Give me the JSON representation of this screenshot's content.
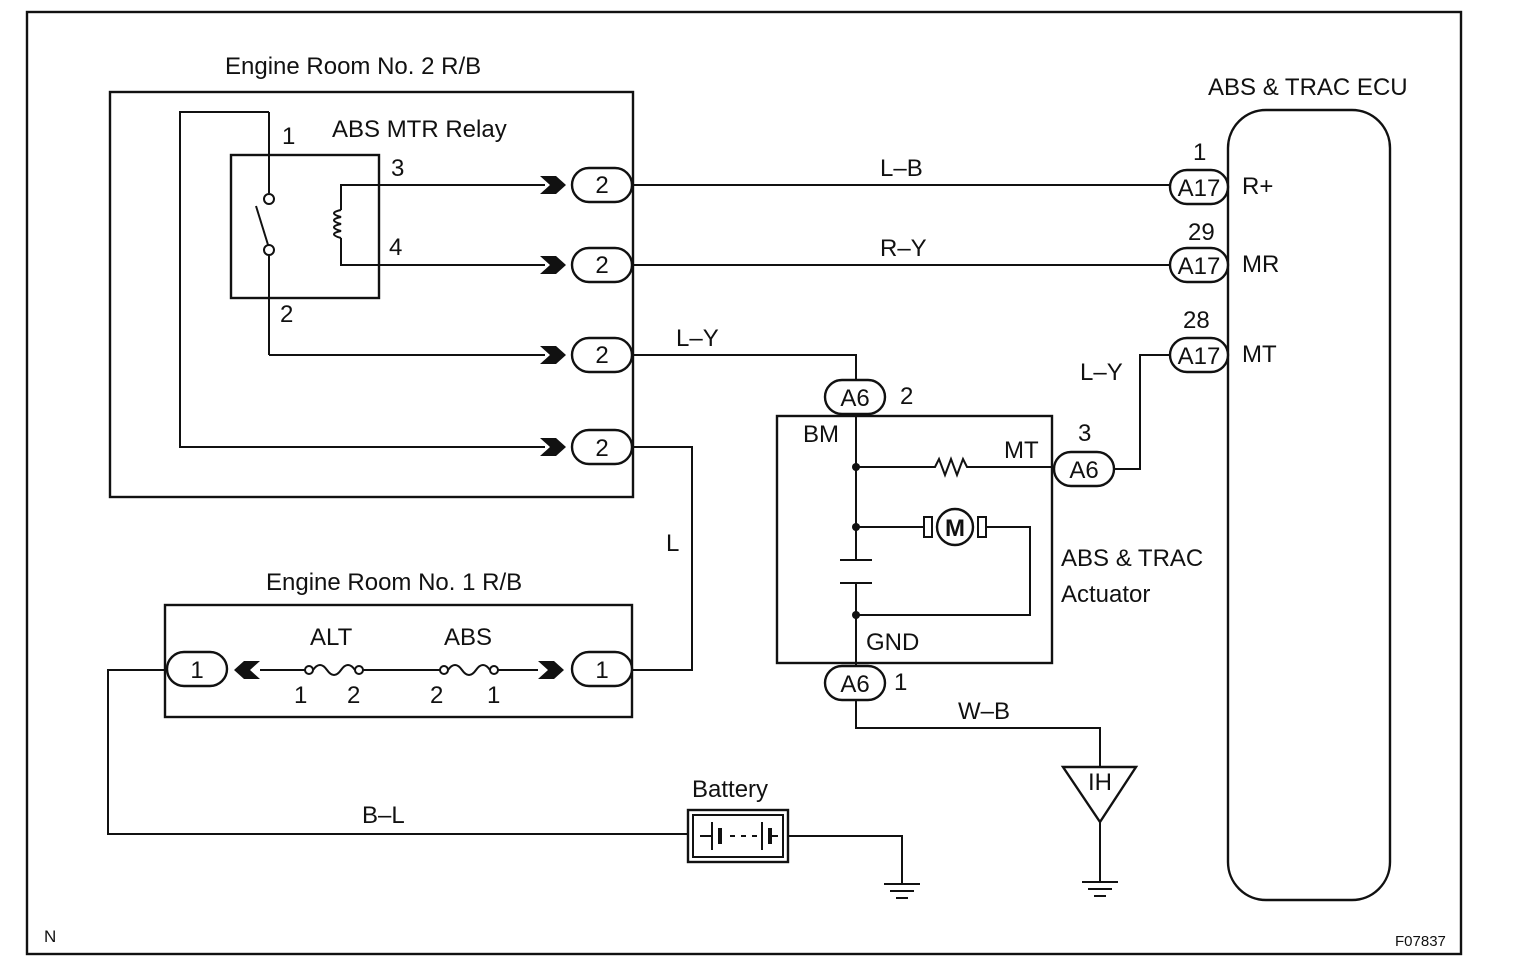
{
  "boxes": {
    "er2": "Engine Room No. 2 R/B",
    "relay": "ABS MTR Relay",
    "ecu": "ABS & TRAC ECU",
    "er1": "Engine Room No. 1 R/B",
    "actuator_line1": "ABS & TRAC",
    "actuator_line2": "Actuator",
    "battery": "Battery"
  },
  "relay_pins": {
    "p1": "1",
    "p2": "2",
    "p3": "3",
    "p4": "4"
  },
  "connectors": {
    "er2": "2",
    "er1": "1",
    "a6": "A6",
    "a17": "A17",
    "motor": "M"
  },
  "pins": {
    "a17_r": "1",
    "a17_mr": "29",
    "a17_mt": "28",
    "a6_bm": "2",
    "a6_mt": "3",
    "a6_gnd": "1"
  },
  "ecu_terminals": {
    "r_plus": "R+",
    "mr": "MR",
    "mt": "MT"
  },
  "actuator_terminals": {
    "bm": "BM",
    "mt": "MT",
    "gnd": "GND"
  },
  "wires": {
    "lb": "L–B",
    "ry": "R–Y",
    "ly_relay": "L–Y",
    "ly_mt": "L–Y",
    "l": "L",
    "wb": "W–B",
    "bl": "B–L"
  },
  "fuses": {
    "alt": "ALT",
    "abs": "ABS",
    "alt_left": "1",
    "alt_right": "2",
    "abs_left": "2",
    "abs_right": "1"
  },
  "ground_label": "IH",
  "corner_left": "N",
  "corner_right": "F07837"
}
